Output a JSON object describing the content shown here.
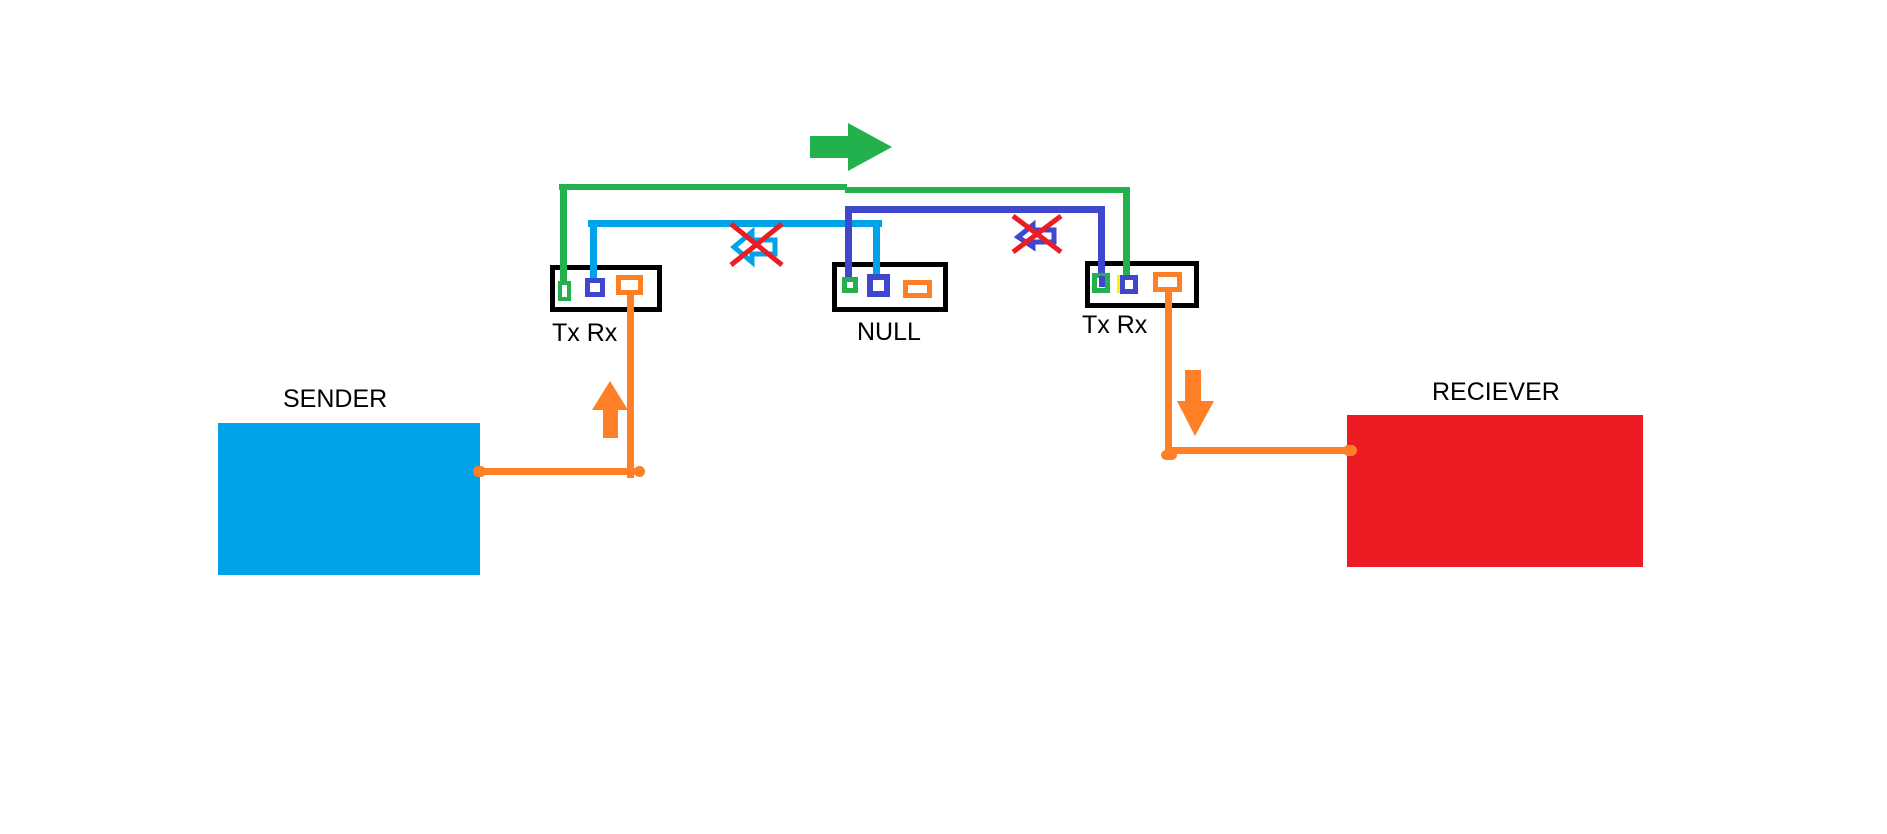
{
  "labels": {
    "sender": "SENDER",
    "receiver": "RECIEVER",
    "left_device": "Tx Rx",
    "middle_device": "NULL",
    "right_device": "Tx Rx"
  },
  "colors": {
    "background": "#FFFFFF",
    "black": "#000000",
    "green": "#22B14C",
    "light_blue": "#00A2E8",
    "indigo": "#3F48CC",
    "orange": "#FF7F27",
    "red": "#ED1C24",
    "yellow": "#FFF200"
  },
  "connections": [
    {
      "name": "green-wire",
      "color": "#22B14C",
      "from": "left device Tx port",
      "to": "right device Rx port",
      "blocked": false
    },
    {
      "name": "light-blue-wire",
      "color": "#00A2E8",
      "from": "left device Rx port",
      "to": "null device Rx port",
      "blocked": true
    },
    {
      "name": "indigo-wire",
      "color": "#3F48CC",
      "from": "null device Tx port",
      "to": "right device Tx port",
      "blocked": true
    },
    {
      "name": "sender-cable",
      "color": "#FF7F27",
      "from": "SENDER box",
      "to": "left device serial port"
    },
    {
      "name": "receiver-cable",
      "color": "#FF7F27",
      "from": "right device serial port",
      "to": "RECIEVER box"
    }
  ],
  "symbols": {
    "flow_arrow": "green-right-arrow",
    "sender_cable_arrow": "orange-up-arrow",
    "receiver_cable_arrow": "orange-down-arrow",
    "blocked_symbol_1": "light-blue-left-arrow-with-red-x",
    "blocked_symbol_2": "indigo-left-arrow-with-red-x"
  }
}
